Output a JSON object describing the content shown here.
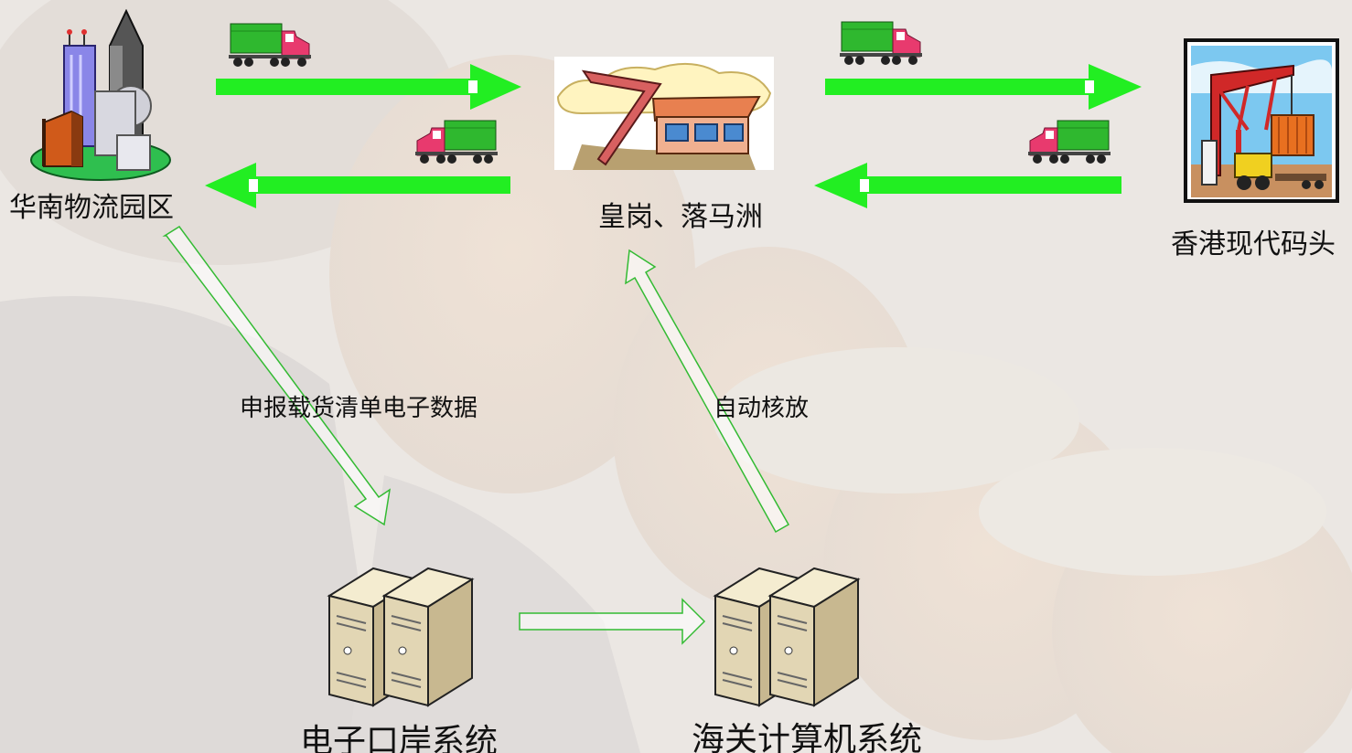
{
  "nodes": {
    "logistics_park": {
      "label": "华南物流园区",
      "icon": "city-buildings-icon"
    },
    "checkpoint": {
      "label": "皇岗、落马洲",
      "icon": "border-checkpoint-building-icon"
    },
    "hk_terminal": {
      "label": "香港现代码头",
      "icon": "container-crane-icon"
    },
    "e_port": {
      "label": "电子口岸系统",
      "icon": "server-pair-icon"
    },
    "customs_system": {
      "label": "海关计算机系统",
      "icon": "server-pair-icon"
    }
  },
  "edges": {
    "declare": {
      "label": "申报载货清单电子数据"
    },
    "release": {
      "label": "自动核放"
    }
  },
  "colors": {
    "flow_arrow": "#22ee22",
    "data_arrow_stroke": "#33bb33",
    "truck_cargo": "#2fb82f",
    "truck_cab": "#e83a6e"
  }
}
